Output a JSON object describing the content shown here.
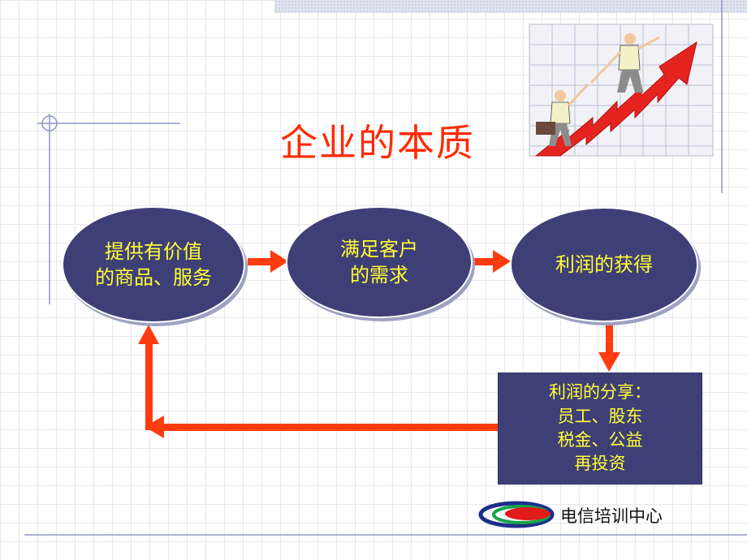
{
  "title": "企业的本质",
  "nodes": {
    "provide": {
      "line1": "提供有价值",
      "line2": "的商品、服务"
    },
    "satisfy": {
      "line1": "满足客户",
      "line2": "的需求"
    },
    "profit": {
      "line1": "利润的获得"
    }
  },
  "share": {
    "heading": "利润的分享：",
    "lines": [
      "员工、股东",
      "税金、公益",
      "再投资"
    ]
  },
  "footer": {
    "org": "电信培训中心"
  },
  "colors": {
    "title": "#ff2a00",
    "node_fill": "#3f3f78",
    "node_text": "#ffff33",
    "arrow": "#ff3b10"
  }
}
